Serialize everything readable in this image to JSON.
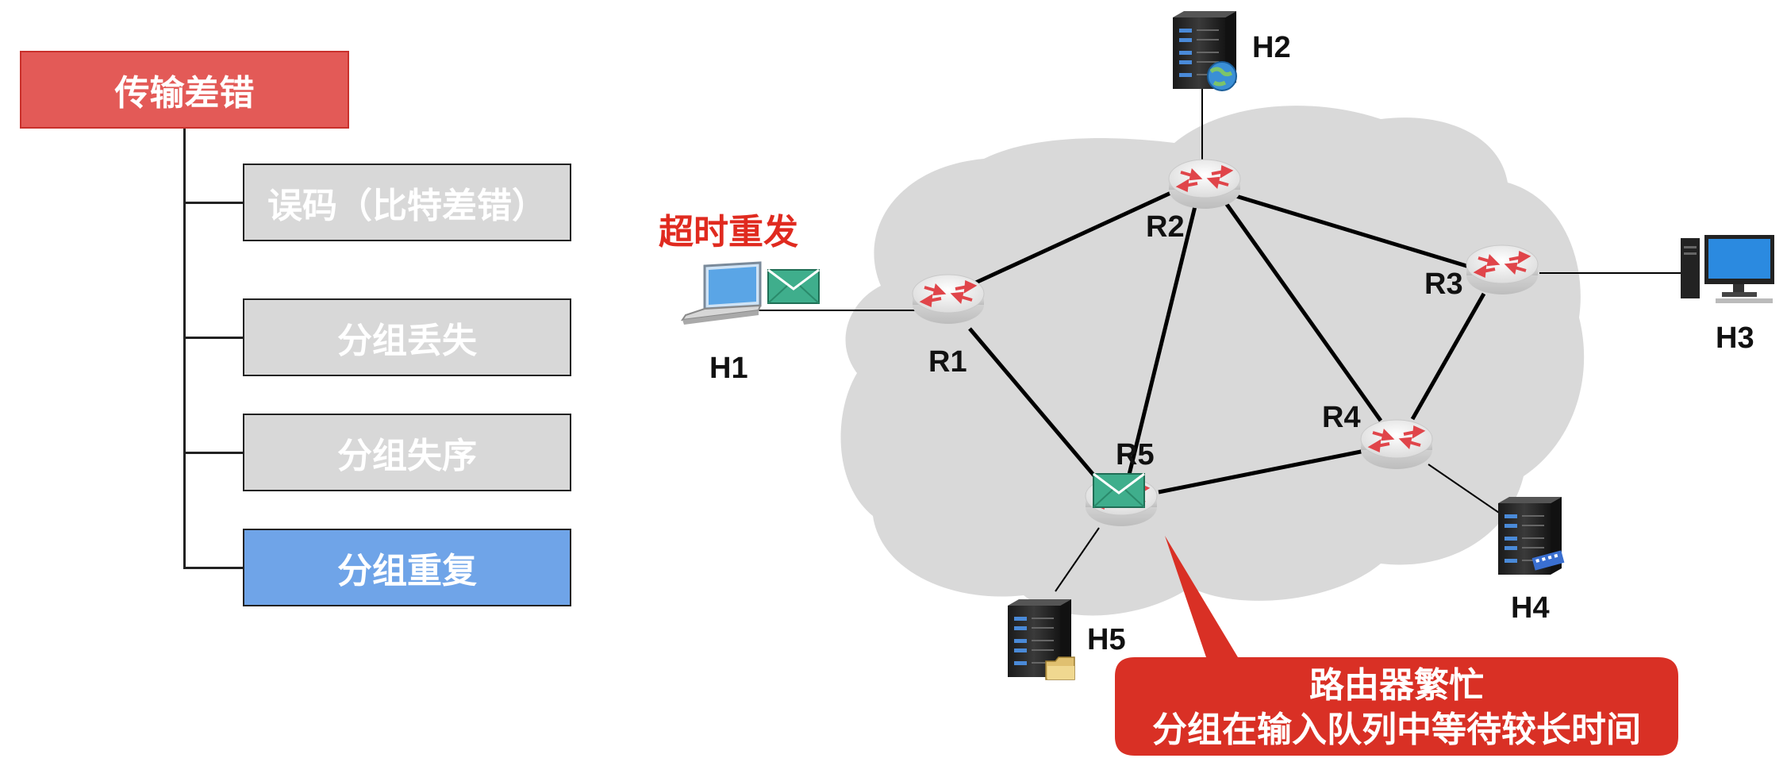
{
  "tree": {
    "root": "传输差错",
    "children": [
      "误码（比特差错）",
      "分组丢失",
      "分组失序",
      "分组重复"
    ]
  },
  "network": {
    "hosts": {
      "h1": "H1",
      "h2": "H2",
      "h3": "H3",
      "h4": "H4",
      "h5": "H5"
    },
    "routers": {
      "r1": "R1",
      "r2": "R2",
      "r3": "R3",
      "r4": "R4",
      "r5": "R5"
    }
  },
  "annotations": {
    "timeout_retransmit": "超时重发",
    "callout_line1": "路由器繁忙",
    "callout_line2": "分组在输入队列中等待较长时间"
  },
  "colors": {
    "root": "#e35a57",
    "child_normal": "#d8d8d8",
    "child_highlight": "#6fa4e8",
    "callout": "#d93025",
    "envelope": "#3fae8c"
  }
}
